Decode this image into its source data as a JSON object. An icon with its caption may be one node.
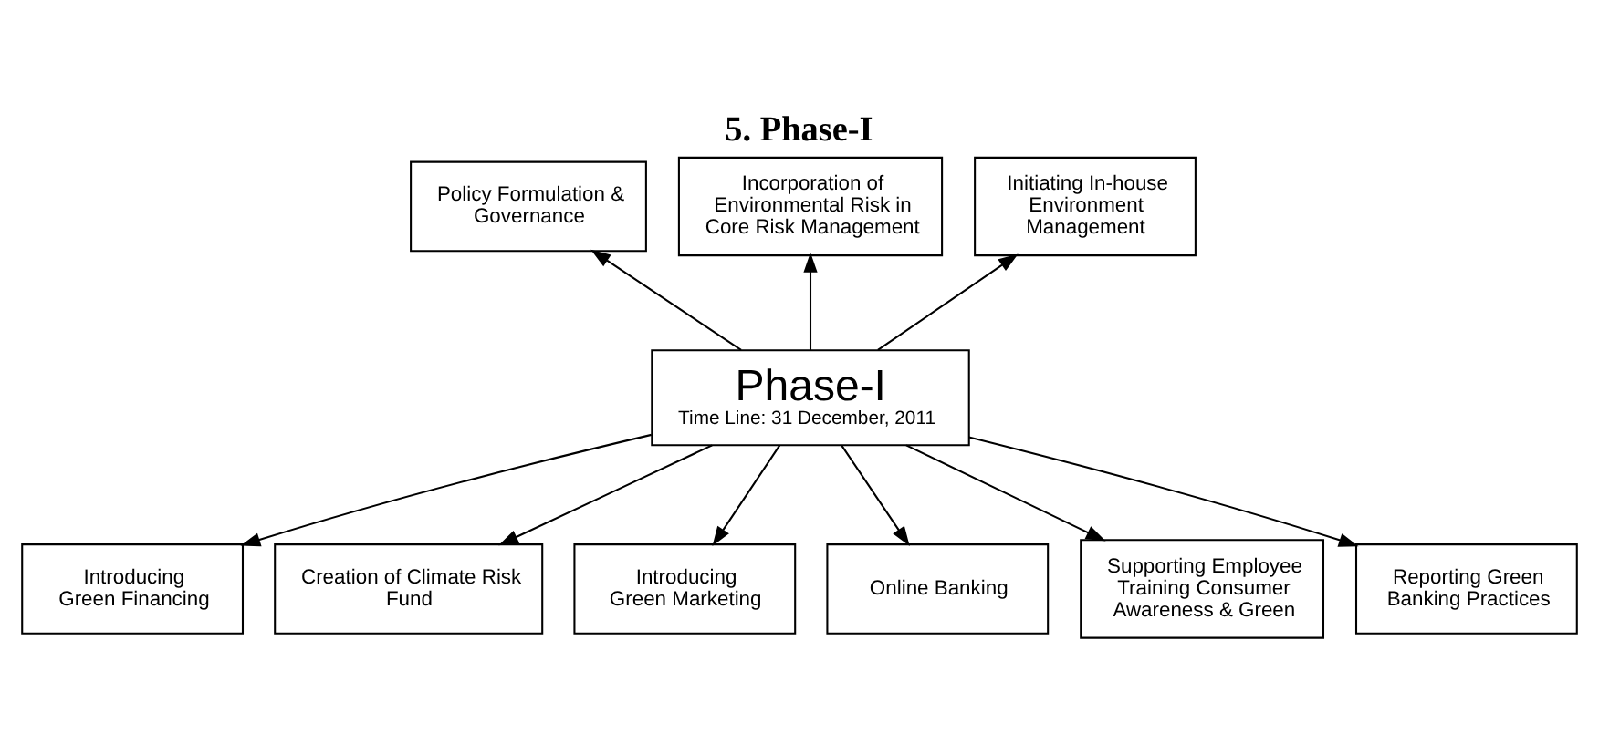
{
  "diagram": {
    "title": "5. Phase-I",
    "nodes": [
      {
        "text": [
          "Policy Formulation & Governance"
        ]
      },
      {
        "text": [
          "Incorporation of Environmental Risk in Core Risk Management"
        ]
      },
      {
        "text": [
          "Initiating In-house Environment Management"
        ]
      },
      {
        "text": [
          "Introducing Green Financing"
        ]
      },
      {
        "text": [
          "Creation of Climate Risk Fund"
        ]
      },
      {
        "text": [
          "Introducing Green Marketing"
        ]
      },
      {
        "text": [
          "Phase-I",
          "Time Line: 31 December, 2011"
        ]
      },
      {
        "text": [
          "Online Banking"
        ]
      },
      {
        "text": [
          "Supporting Employee Training Consumer Awareness & Green"
        ]
      },
      {
        "text": [
          "Reporting Green Banking Practices"
        ]
      }
    ],
    "edges": [
      {
        "from": 6,
        "to": 0,
        "arrow": "to"
      },
      {
        "from": 6,
        "to": 1,
        "arrow": "to"
      },
      {
        "from": 6,
        "to": 2,
        "arrow": "to"
      },
      {
        "from": 6,
        "to": 3,
        "arrow": "to"
      },
      {
        "from": 6,
        "to": 4,
        "arrow": "to"
      },
      {
        "from": 6,
        "to": 5,
        "arrow": "to"
      },
      {
        "from": 6,
        "to": 7,
        "arrow": "to"
      },
      {
        "from": 6,
        "to": 8,
        "arrow": "to"
      },
      {
        "from": 6,
        "to": 9,
        "arrow": "to"
      }
    ]
  }
}
